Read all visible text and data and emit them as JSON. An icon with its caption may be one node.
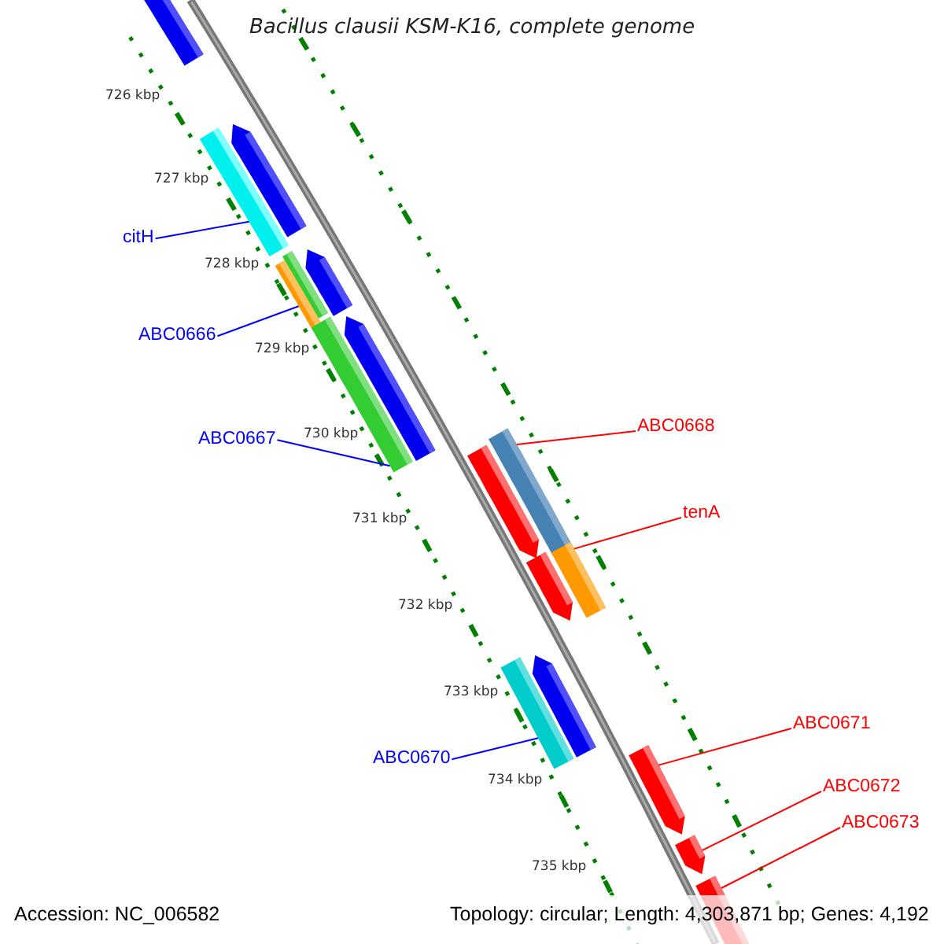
{
  "diagram": {
    "title": "Bacillus clausii KSM-K16, complete genome",
    "nodes": [
      {
        "text": [
          "citH"
        ]
      },
      {
        "text": [
          "ABC0666"
        ]
      },
      {
        "text": [
          "ABC0667"
        ]
      },
      {
        "text": [
          "ABC0668"
        ]
      },
      {
        "text": [
          "tenA"
        ]
      },
      {
        "text": [
          "ABC0670"
        ]
      },
      {
        "text": [
          "ABC0671"
        ]
      },
      {
        "text": [
          "ABC0672"
        ]
      },
      {
        "text": [
          "ABC0673"
        ]
      },
      {
        "text": [],
        "shape": "bar"
      },
      {
        "text": [],
        "shape": "bar"
      },
      {
        "text": [],
        "shape": "bar"
      },
      {
        "text": [],
        "shape": "bar"
      },
      {
        "text": [],
        "shape": "bar"
      },
      {
        "text": [],
        "shape": "bar"
      },
      {
        "text": [],
        "shape": "bar"
      },
      {
        "text": [],
        "shape": "bar"
      },
      {
        "text": [],
        "shape": "bar"
      },
      {
        "text": [],
        "shape": "bar"
      },
      {
        "text": [],
        "shape": "bar"
      },
      {
        "text": [],
        "shape": "bar"
      },
      {
        "text": [],
        "shape": "bar"
      },
      {
        "text": [],
        "shape": "bar"
      },
      {
        "text": [],
        "shape": "bar"
      },
      {
        "text": [],
        "shape": "bar"
      },
      {
        "text": [],
        "shape": "bar"
      }
    ],
    "edges": [
      {
        "from": 0,
        "to": 11,
        "arrow": "none",
        "color": "#0000ff"
      },
      {
        "from": 1,
        "to": 13,
        "arrow": "none",
        "color": "#0000ff"
      },
      {
        "from": 2,
        "to": 15,
        "arrow": "none",
        "color": "#0000ff"
      },
      {
        "from": 3,
        "to": 17,
        "arrow": "none"
      },
      {
        "from": 4,
        "to": 20,
        "arrow": "none"
      },
      {
        "from": 5,
        "to": 21,
        "arrow": "none",
        "color": "#0000ff"
      },
      {
        "from": 6,
        "to": 23,
        "arrow": "none"
      },
      {
        "from": 7,
        "to": 24,
        "arrow": "none"
      },
      {
        "from": 8,
        "to": 25,
        "arrow": "none"
      }
    ],
    "labels": [
      "726 kbp",
      "727 kbp",
      "728 kbp",
      "729 kbp",
      "730 kbp",
      "731 kbp",
      "732 kbp",
      "733 kbp",
      "734 kbp",
      "735 kbp",
      "Accession: NC_006582",
      "Topology: circular; Length: 4,303,871 bp; Genes: 4,192"
    ]
  }
}
